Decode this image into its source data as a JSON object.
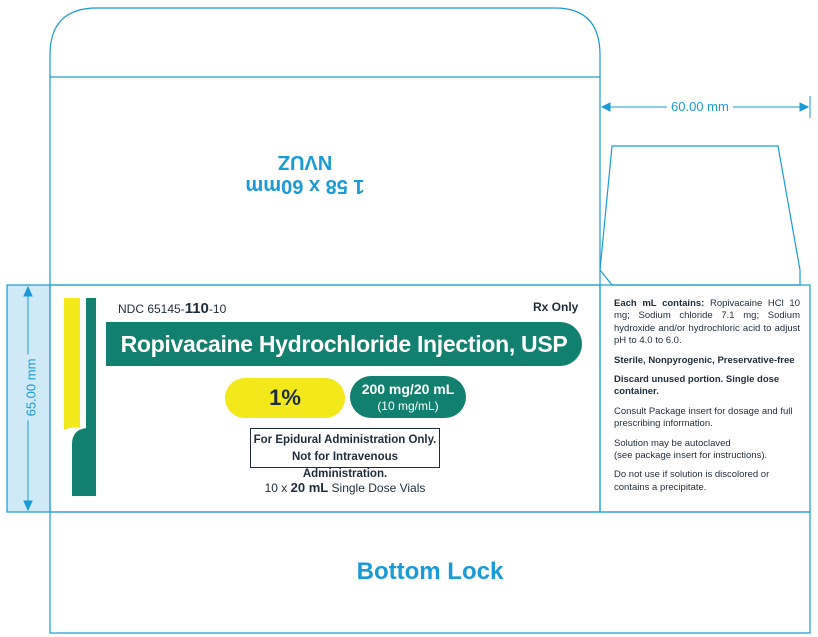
{
  "flap": {
    "line1": "1 58 x 60mm",
    "line2": "NVUZ"
  },
  "dimensions": {
    "width_label": "60.00 mm",
    "height_label": "65.00 mm"
  },
  "front": {
    "ndc_prefix": "NDC 65145-",
    "ndc_bold": "110",
    "ndc_suffix": "-10",
    "rx_only": "Rx Only",
    "title": "Ropivacaine Hydrochloride Injection, USP",
    "strength_pct": "1%",
    "dose_line1": "200 mg/20 mL",
    "dose_line2": "(10 mg/mL)",
    "warning_line1": "For  Epidural Administration Only.",
    "warning_line2": "Not for Intravenous Administration.",
    "count_prefix": "10 x ",
    "count_bold": "20 mL",
    "count_suffix": " Single Dose Vials"
  },
  "side_panel": {
    "contains_label": "Each mL contains:",
    "contains_text": " Ropivacaine HCl 10 mg; Sodium chloride 7.1 mg; Sodium hydroxide and/or hydrochloric acid to adjust pH to 4.0 to 6.0.",
    "sterile": "Sterile, Nonpyrogenic, Preservative-free",
    "discard": "Discard unused portion. Single dose container.",
    "consult": "Consult Package insert for dosage and full prescribing information.",
    "autoclave_line1": "Solution may be autoclaved",
    "autoclave_line2": "(see package insert for instructions).",
    "donotuse_line1": "Do not use if solution is discolored or",
    "donotuse_line2": "contains a precipitate."
  },
  "bottom": {
    "label": "Bottom Lock"
  },
  "colors": {
    "dieline": "#1a9ad6",
    "teal": "#11806e",
    "yellow": "#f3e819",
    "dim_fill": "#cfe9f7"
  }
}
